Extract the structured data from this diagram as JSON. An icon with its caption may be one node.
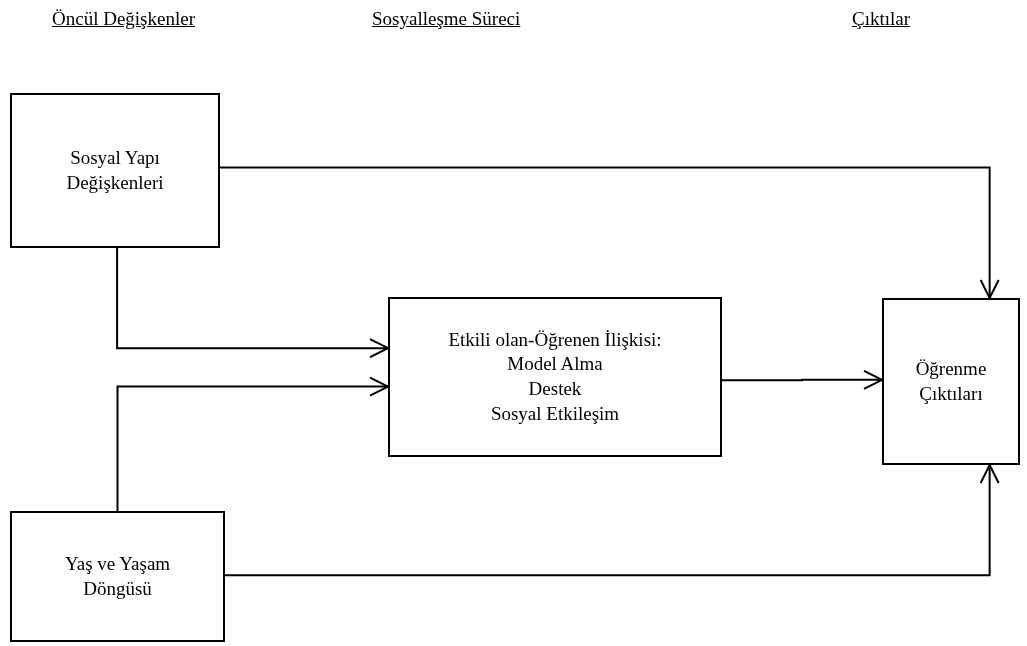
{
  "diagram": {
    "nodes": [
      {
        "text": [
          "Sosyal Yapı Değişkenleri"
        ]
      },
      {
        "text": [
          "Etkili olan-Öğrenen İlişkisi:",
          "Model Alma",
          "Destek",
          "Sosyal Etkileşim"
        ]
      },
      {
        "text": [
          "Öğrenme Çıktıları"
        ]
      },
      {
        "text": [
          "Yaş ve Yaşam Döngüsü"
        ]
      }
    ],
    "edges": [
      {
        "from": 0,
        "to": 2,
        "arrow": "to"
      },
      {
        "from": 0,
        "to": 1,
        "arrow": "to"
      },
      {
        "from": 3,
        "to": 1,
        "arrow": "to"
      },
      {
        "from": 1,
        "to": 2,
        "arrow": "to"
      },
      {
        "from": 3,
        "to": 2,
        "arrow": "to"
      }
    ],
    "labels": [
      "Öncül Değişkenler",
      "Sosyalleşme Süreci",
      "Çıktılar"
    ]
  }
}
